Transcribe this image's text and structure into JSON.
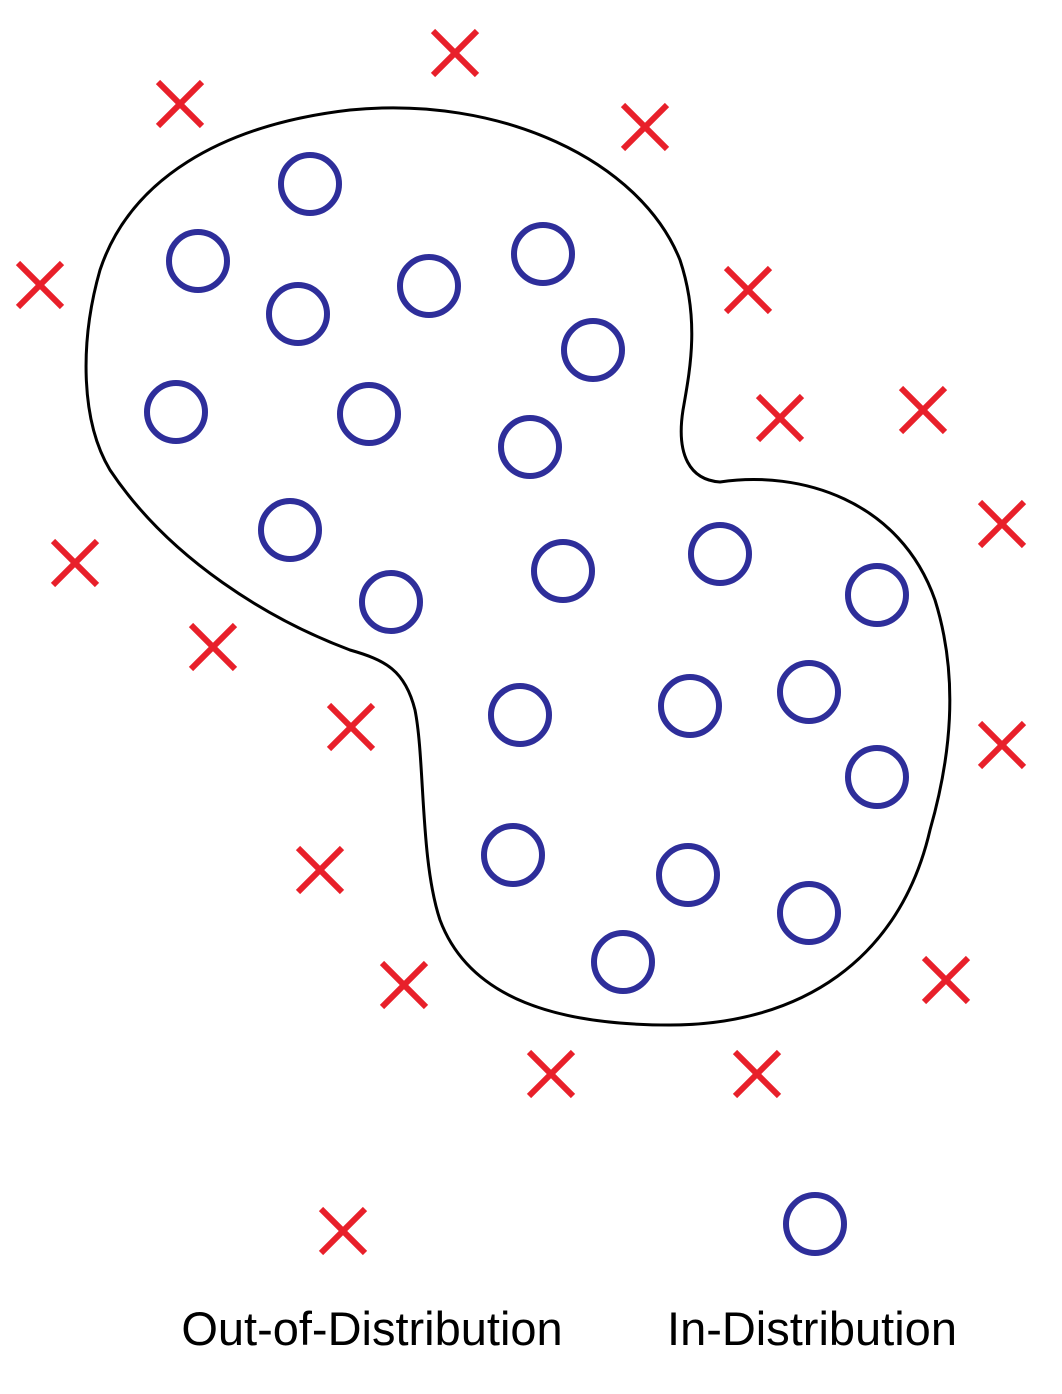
{
  "legend": {
    "ood_label": "Out-of-Distribution",
    "id_label": "In-Distribution"
  },
  "colors": {
    "ood": "#e8202a",
    "id": "#2e2e9a",
    "boundary": "#000000"
  },
  "icons": {
    "ood": "cross-mark",
    "id": "circle-mark"
  }
}
